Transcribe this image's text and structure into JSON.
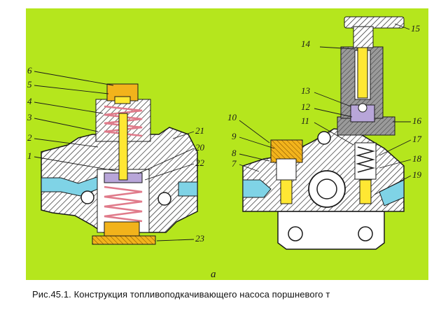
{
  "figure": {
    "background": "#b5e61d",
    "body_color": "#ffffff",
    "hatch_color": "#1a1a1a",
    "fluid_color": "#7fd3e6",
    "brass_color": "#f2b31b",
    "piston_color": "#ffe733",
    "spring_color": "#e07a8a",
    "plate_color": "#b8a6d9",
    "sub_label": "а",
    "callouts": [
      "1",
      "2",
      "3",
      "4",
      "5",
      "6",
      "7",
      "8",
      "9",
      "10",
      "11",
      "12",
      "13",
      "14",
      "15",
      "16",
      "17",
      "18",
      "19",
      "20",
      "21",
      "22",
      "23"
    ]
  },
  "caption": "Рис.45.1. Конструкция топливоподкачивающего насоса поршневого т"
}
